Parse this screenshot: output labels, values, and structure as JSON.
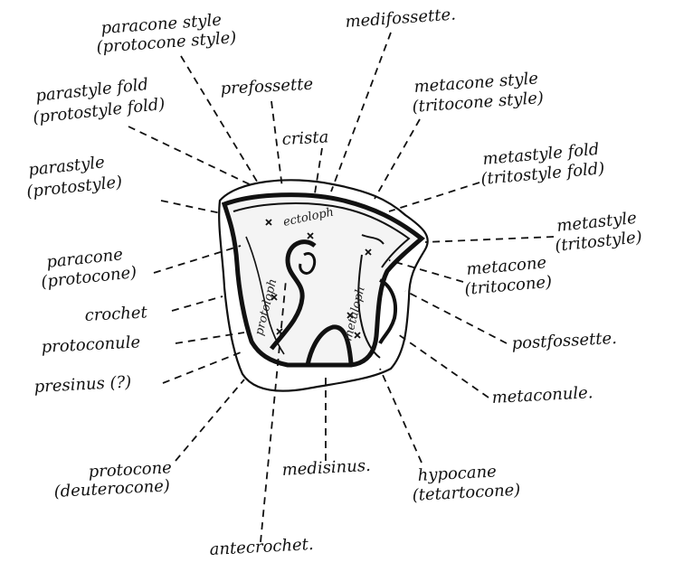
{
  "labels": {
    "paracone_style": "paracone style",
    "protocone_style": "(protocone style)",
    "medifossette": "medifossette.",
    "prefossette": "prefossette",
    "parastyle_fold": "parastyle fold",
    "protostyle_fold": "(protostyle fold)",
    "metacone_style": "metacone style",
    "tritocone_style": "(tritocone style)",
    "crista": "crista",
    "metastyle_fold": "metastyle fold",
    "tritostyle_fold": "(tritostyle fold)",
    "parastyle": "parastyle",
    "protostyle": "(protostyle)",
    "metastyle": "metastyle",
    "tritostyle": "(tritostyle)",
    "paracone": "paracone",
    "protocone_paren": "(protocone)",
    "metacone": "metacone",
    "tritocone": "(tritocone)",
    "crochet": "crochet",
    "protoconule": "protoconule",
    "postfossette": "postfossette.",
    "presinus": "presinus (?)",
    "metaconule": "metaconule.",
    "protocone": "protocone",
    "deuterocone": "(deuterocone)",
    "medisinus": "medisinus.",
    "hypocane": "hypocane",
    "tetartocone": "(tetartocone)",
    "antecrochet": "antecrochet."
  },
  "inner_labels": {
    "ectoloph": "ectoloph",
    "protoloph": "protoloph",
    "metaloph": "metaloph"
  }
}
